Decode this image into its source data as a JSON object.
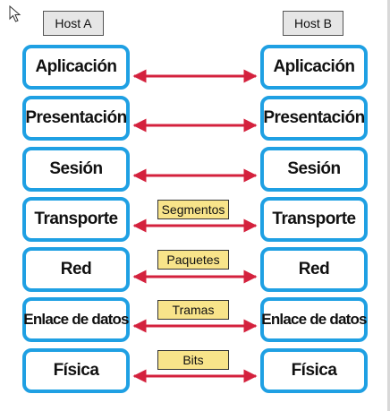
{
  "hosts": {
    "a": "Host A",
    "b": "Host B"
  },
  "layers": [
    {
      "a": "Aplicación",
      "b": "Aplicación"
    },
    {
      "a": "Presentación",
      "b": "Presentación"
    },
    {
      "a": "Sesión",
      "b": "Sesión"
    },
    {
      "a": "Transporte",
      "b": "Transporte"
    },
    {
      "a": "Red",
      "b": "Red"
    },
    {
      "a": "Enlace de datos",
      "b": "Enlace de datos"
    },
    {
      "a": "Física",
      "b": "Física"
    }
  ],
  "pdus": {
    "transporte": "Segmentos",
    "red": "Paquetes",
    "enlace": "Tramas",
    "fisica": "Bits"
  },
  "colors": {
    "layer_border": "#1fa0e3",
    "arrow": "#d4213d",
    "pdu_fill": "#f8e48a",
    "host_fill": "#e6e6e6"
  },
  "icons": {
    "cursor": "mouse-pointer-icon"
  }
}
